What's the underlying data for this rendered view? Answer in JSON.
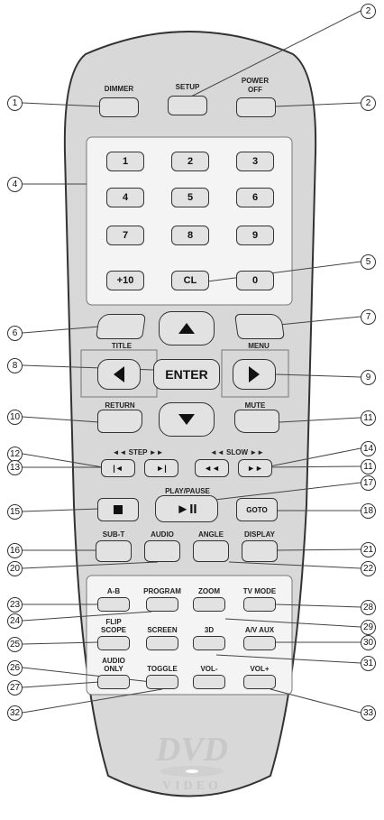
{
  "labels": {
    "dimmer": "DIMMER",
    "setup": "SETUP",
    "power_off": [
      "POWER",
      "OFF"
    ],
    "title": "TITLE",
    "menu": "MENU",
    "enter": "ENTER",
    "return": "RETURN",
    "mute": "MUTE",
    "step_group": "◄◄ STEP ►►",
    "slow_group": "◄◄ SLOW ►►",
    "play_pause": "PLAY/PAUSE",
    "goto": "GOTO",
    "sub_t": "SUB-T",
    "audio": "AUDIO",
    "angle": "ANGLE",
    "display": "DISPLAY",
    "ab": "A-B",
    "program": "PROGRAM",
    "zoom": "ZOOM",
    "tv_mode": "TV MODE",
    "flip_scope": [
      "FLIP",
      "SCOPE"
    ],
    "screen": "SCREEN",
    "3d": "3D",
    "av_aux": "A/V AUX",
    "audio_only": [
      "AUDIO",
      "ONLY"
    ],
    "toggle": "TOGGLE",
    "vol_minus": "VOL-",
    "vol_plus": "VOL+",
    "dvd_logo": "DVD",
    "video_logo": "VIDEO"
  },
  "keypad": {
    "rows": [
      [
        "1",
        "2",
        "3"
      ],
      [
        "4",
        "5",
        "6"
      ],
      [
        "7",
        "8",
        "9"
      ],
      [
        "+10",
        "CL",
        "0"
      ]
    ]
  },
  "callouts": {
    "left": [
      "1",
      "4",
      "6",
      "8",
      "10",
      "12",
      "13",
      "15",
      "16",
      "20",
      "23",
      "24",
      "25",
      "26",
      "27",
      "32"
    ],
    "right": [
      "2",
      "2",
      "5",
      "7",
      "9",
      "11",
      "14",
      "11",
      "17",
      "18",
      "21",
      "22",
      "28",
      "29",
      "30",
      "31",
      "33"
    ]
  },
  "colors": {
    "button_fill": "#e2e2e2",
    "body_fill": "#d8d8d8",
    "outline": "#333333",
    "logo": "#c8c8c8"
  },
  "icons": [
    "triangle-up-icon",
    "triangle-down-icon",
    "triangle-left-icon",
    "triangle-right-icon",
    "stop-square-icon",
    "play-pause-icon",
    "prev-icon",
    "next-icon",
    "rewind-icon",
    "fast-forward-icon"
  ]
}
